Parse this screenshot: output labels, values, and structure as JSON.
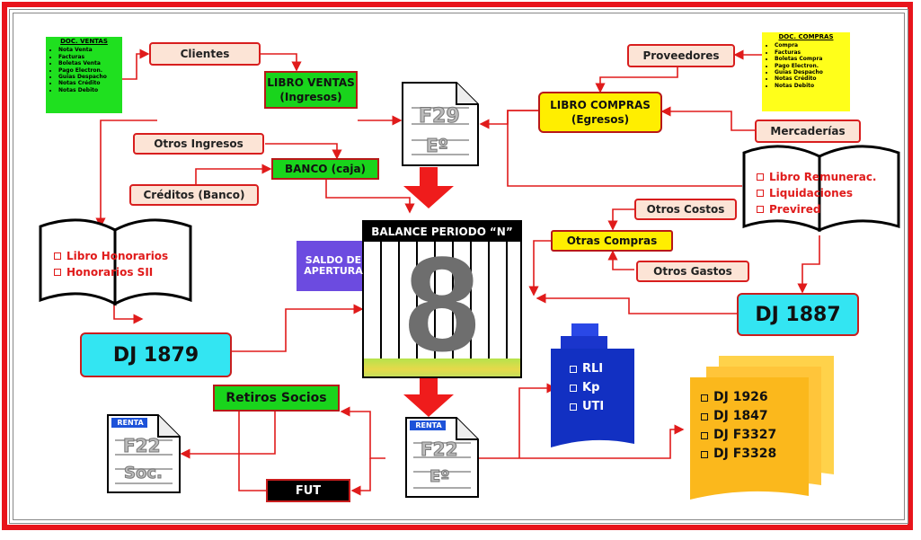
{
  "doc_ventas": {
    "title": "DOC. VENTAS",
    "items": [
      "Nota Venta",
      "Facturas",
      "Boletas Venta",
      "Pago Electron.",
      "Guias Despacho",
      "Notas Crédito",
      "Notas Debito"
    ]
  },
  "doc_compras": {
    "title": "DOC. COMPRAS",
    "items": [
      "Compra",
      "Facturas",
      "Boletas Compra",
      "Pago Electron.",
      "Guias Despacho",
      "Notas Crédito",
      "Notas Debito"
    ]
  },
  "clientes": "Clientes",
  "proveedores": "Proveedores",
  "libro_ventas": {
    "line1": "LIBRO VENTAS",
    "line2": "(Ingresos)"
  },
  "libro_compras": {
    "line1": "LIBRO COMPRAS",
    "line2": "(Egresos)"
  },
  "mercaderias": "Mercaderías",
  "otros_ingresos": "Otros Ingresos",
  "banco": "BANCO (caja)",
  "creditos": "Créditos (Banco)",
  "f29": {
    "top": "F29",
    "bottom": "Eº"
  },
  "libro_honorarios": {
    "items": [
      "Libro Honorarios",
      "Honorarios SII"
    ]
  },
  "libro_remuneraciones": {
    "items": [
      "Libro Remunerac.",
      "Liquidaciones",
      "Previred"
    ]
  },
  "balance": {
    "title": "BALANCE PERIODO",
    "suffix": "“N”",
    "number": "8"
  },
  "saldo_apertura": {
    "line1": "SALDO DE",
    "line2": "APERTURA"
  },
  "otros_costos": "Otros Costos",
  "otras_compras": "Otras Compras",
  "otros_gastos": "Otros Gastos",
  "dj_1879": "DJ 1879",
  "dj_1887": "DJ 1887",
  "retiros_socios": "Retiros Socios",
  "f22_soc": {
    "tag": "RENTA",
    "top": "F22",
    "bottom": "Soc."
  },
  "f22_e": {
    "tag": "RENTA",
    "top": "F22",
    "bottom": "Eº"
  },
  "fut": "FUT",
  "blue_stack": {
    "items": [
      "RLI",
      "Kp",
      "UTI"
    ]
  },
  "yellow_stack": {
    "items": [
      "DJ 1926",
      "DJ 1847",
      "DJ F3327",
      "DJ F3328"
    ]
  }
}
